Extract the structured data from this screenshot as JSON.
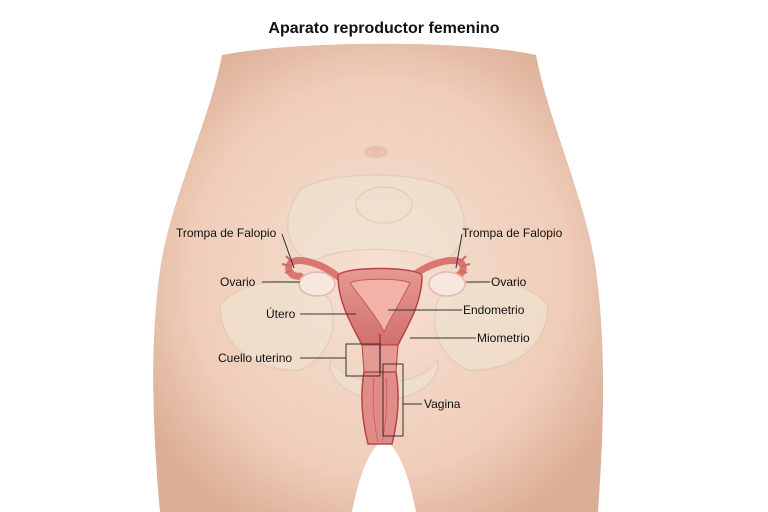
{
  "title": "Aparato reproductor femenino",
  "labels": {
    "fallopian_left": "Trompa de Falopio",
    "fallopian_right": "Trompa de Falopio",
    "ovary_left": "Ovario",
    "ovary_right": "Ovario",
    "uterus": "Útero",
    "endometrium": "Endometrio",
    "myometrium": "Miometrio",
    "cervix": "Cuello uterino",
    "vagina": "Vagina"
  },
  "colors": {
    "skin": "#f3d8c8",
    "skin_shadow": "#d8a890",
    "organ": "#e08a86",
    "organ_dark": "#b8444a",
    "ovary": "#f6e6df",
    "bone": "#ece3d0"
  }
}
